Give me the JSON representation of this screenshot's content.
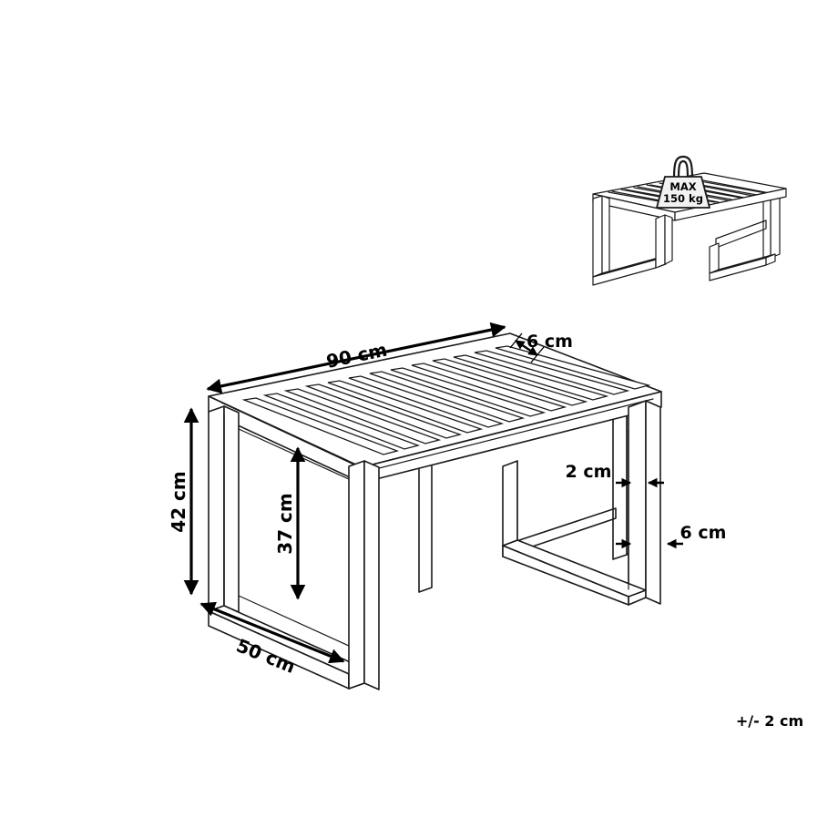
{
  "diagram": {
    "title": "Garden bench dimension diagram",
    "product": "slatted garden bench",
    "units": "cm",
    "background_color": "#ffffff",
    "line_color": "#1a1a1a",
    "label_color": "#000000"
  },
  "dimensions": {
    "length": "90 cm",
    "depth": "50 cm",
    "total_height": "42 cm",
    "clearance_height": "37 cm",
    "slat_width": "6 cm",
    "frame_thickness": "2 cm",
    "leg_width": "6 cm"
  },
  "tolerance": {
    "label": "+/- 2 cm"
  },
  "load_badge": {
    "line1": "MAX",
    "line2": "150 kg",
    "icon": "weight-block-icon"
  },
  "slats": {
    "count": 13
  }
}
